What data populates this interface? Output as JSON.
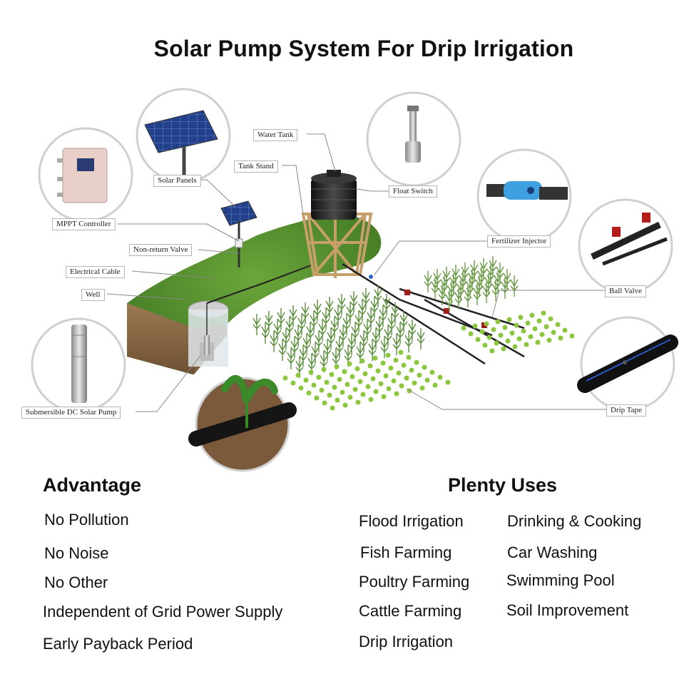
{
  "title": "Solar Pump System For Drip Irrigation",
  "labels": {
    "water_tank": "Water Tank",
    "tank_stand": "Tank Stand",
    "solar_panels": "Solar Panels",
    "float_switch": "Float Switch",
    "mppt_controller": "MPPT Controller",
    "non_return_valve": "Non-return Valve",
    "fertilizer_injector": "Fertilizer Injector",
    "electrical_cable": "Electrical Cable",
    "well": "Well",
    "ball_valve": "Ball Valve",
    "drip_tape": "Drip Tape",
    "submersible_pump": "Submersible DC Solar Pump"
  },
  "advantage": {
    "heading": "Advantage",
    "items": [
      "No Pollution",
      "No Noise",
      "No Other",
      "Independent of Grid Power Supply",
      "Early Payback Period"
    ]
  },
  "uses": {
    "heading": "Plenty Uses",
    "col1": [
      "Flood Irrigation",
      "Fish Farming",
      "Poultry Farming",
      "Cattle Farming",
      "Drip Irrigation"
    ],
    "col2": [
      "Drinking & Cooking",
      "Car Washing",
      "Swimming Pool",
      "Soil Improvement"
    ]
  },
  "colors": {
    "grass": "#4e8a2a",
    "soil": "#8a6a45",
    "tank": "#2b2b2b",
    "stand": "#d9b98a",
    "pipe": "#222222",
    "panel": "#1f3f8a"
  }
}
